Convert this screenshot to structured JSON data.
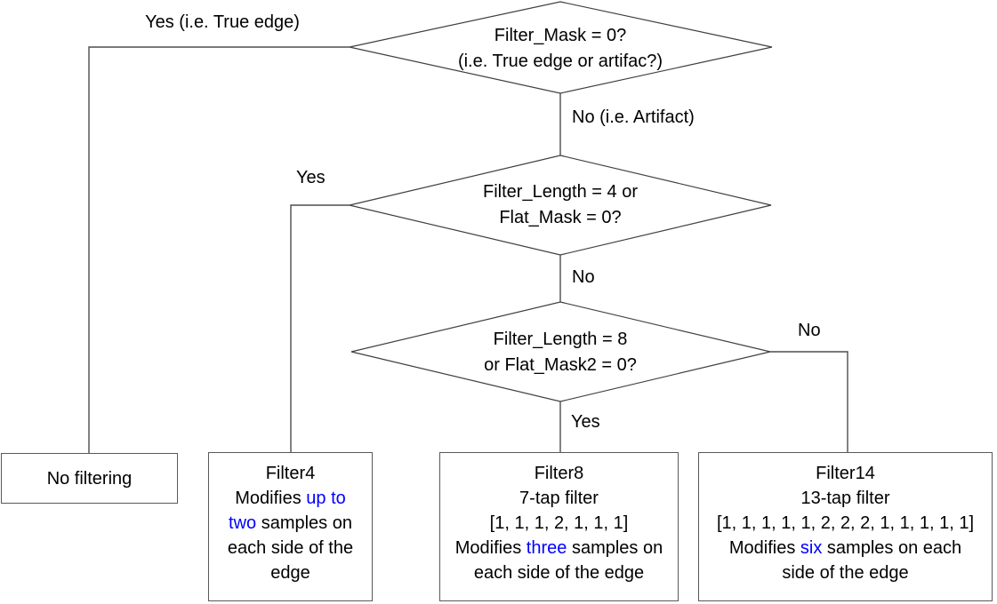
{
  "flowchart": {
    "colors": {
      "text": "#000000",
      "highlight_text": "#0000ff",
      "connector_line": "#4d4d4d",
      "box_border": "#595959",
      "background": "#ffffff"
    },
    "decisions": [
      {
        "line1": "Filter_Mask = 0?",
        "line2": "(i.e. True edge or artifac?)",
        "yes_label": "Yes (i.e. True edge)",
        "no_label": "No (i.e. Artifact)"
      },
      {
        "line1": "Filter_Length = 4 or",
        "line2": "Flat_Mask = 0?",
        "yes_label": "Yes",
        "no_label": "No"
      },
      {
        "line1": "Filter_Length = 8",
        "line2": "or Flat_Mask2 = 0?",
        "yes_label": "Yes",
        "no_label": "No"
      }
    ],
    "result_boxes": [
      {
        "name": "no-filtering",
        "title": "No filtering"
      },
      {
        "name": "filter4",
        "title": "Filter4",
        "desc": [
          {
            "text": "Modifies "
          },
          {
            "text": "up to two",
            "highlight": true
          },
          {
            "text": " samples on each side of the edge"
          }
        ]
      },
      {
        "name": "filter8",
        "title": "Filter8",
        "subtitle": "7-tap filter",
        "coefficients": "[1, 1, 1, 2, 1, 1, 1]",
        "desc": [
          {
            "text": "Modifies "
          },
          {
            "text": "three",
            "highlight": true
          },
          {
            "text": " samples on each side of the edge"
          }
        ]
      },
      {
        "name": "filter14",
        "title": "Filter14",
        "subtitle": "13-tap filter",
        "coefficients": "[1, 1, 1, 1, 1, 2, 2, 2, 1, 1, 1, 1, 1]",
        "desc": [
          {
            "text": "Modifies "
          },
          {
            "text": "six",
            "highlight": true
          },
          {
            "text": " samples on each side of the edge"
          }
        ]
      }
    ]
  }
}
